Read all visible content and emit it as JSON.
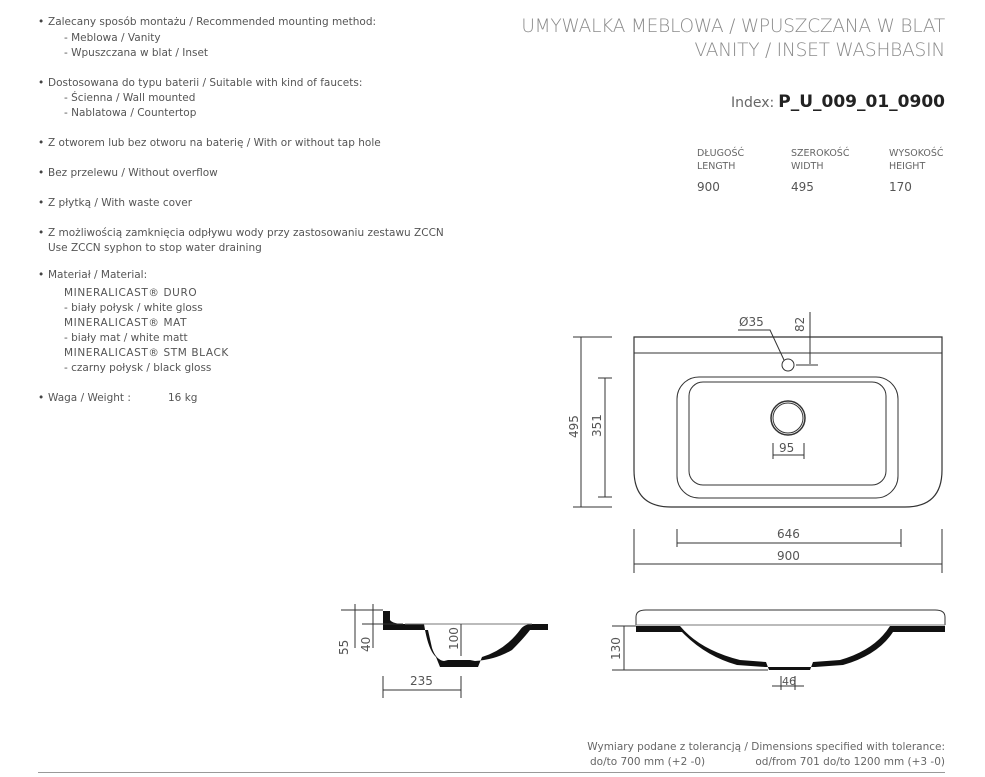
{
  "features": {
    "mounting": {
      "label": "Zalecany sposób montażu / Recommended mounting method:",
      "items": [
        "- Meblowa / Vanity",
        "- Wpuszczana w blat / Inset"
      ]
    },
    "faucets": {
      "label": "Dostosowana do typu baterii / Suitable with kind of faucets:",
      "items": [
        "- Ścienna / Wall mounted",
        "- Nablatowa / Countertop"
      ]
    },
    "tap_hole": "Z otworem lub bez otworu na baterię / With or without tap hole",
    "overflow": "Bez przelewu / Without overflow",
    "waste_cover": "Z płytką / With waste cover",
    "zccn": [
      "Z możliwością zamknięcia odpływu wody przy zastosowaniu zestawu ZCCN",
      "Use ZCCN syphon to stop water draining"
    ],
    "material": {
      "label": "Materiał / Material:",
      "items": [
        {
          "name": "MINERALICAST® DURO",
          "desc": "- biały połysk / white gloss"
        },
        {
          "name": "MINERALICAST® MAT",
          "desc": "- biały mat / white matt"
        },
        {
          "name": "MINERALICAST® STM BLACK",
          "desc": "- czarny połysk / black gloss"
        }
      ]
    },
    "weight": {
      "label": "Waga / Weight :",
      "value": "16 kg"
    }
  },
  "header": {
    "title_pl": "UMYWALKA MEBLOWA / WPUSZCZANA W BLAT",
    "title_en": "VANITY / INSET WASHBASIN",
    "index_label": "Index:",
    "index_value": "P_U_009_01_0900"
  },
  "dimensions_table": [
    {
      "pl": "DŁUGOŚĆ",
      "en": "LENGTH",
      "value": "900"
    },
    {
      "pl": "SZEROKOŚĆ",
      "en": "WIDTH",
      "value": "495"
    },
    {
      "pl": "WYSOKOŚĆ",
      "en": "HEIGHT",
      "value": "170"
    }
  ],
  "drawing": {
    "d495": "495",
    "d351": "351",
    "tap": "Ø35",
    "d82": "82",
    "d95": "95",
    "d646": "646",
    "d900": "900",
    "d55": "55",
    "d40": "40",
    "d100": "100",
    "d235": "235",
    "d130": "130",
    "d46": "46"
  },
  "footer": {
    "line1": "Wymiary podane z tolerancją / Dimensions specified with tolerance:",
    "tol1": "do/to 700 mm (+2 -0)",
    "tol2": "od/from 701 do/to 1200 mm (+3 -0)"
  }
}
